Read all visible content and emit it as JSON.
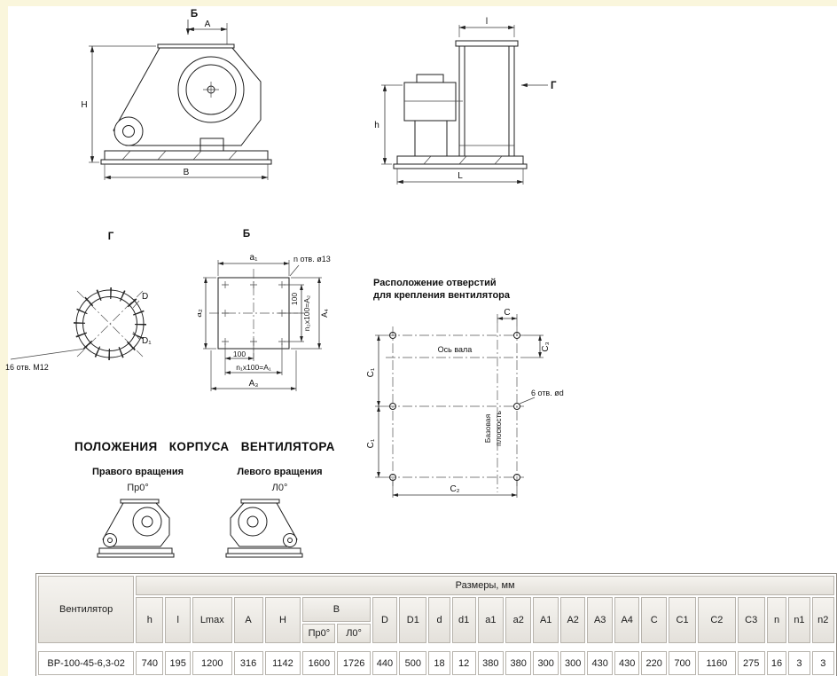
{
  "colors": {
    "table_header_bg": "#e9e6e0",
    "table_border": "#b7b3ac",
    "page_edge": "#faf6dc"
  },
  "drawings": {
    "front": {
      "section": "Б",
      "a": "А",
      "h": "Н",
      "b": "В"
    },
    "side": {
      "l": "l",
      "g": "Г",
      "h": "h",
      "big_l": "L"
    },
    "flange_g": {
      "label": "Г",
      "d": "D",
      "d1": "D₁",
      "note": "16 отв. М12"
    },
    "flange_b": {
      "label": "Б",
      "a1": "a₁",
      "a2": "a₂",
      "note": "n отв. ø13",
      "right_100": "100",
      "right_dim": "n₂x100=A₂",
      "a4": "A₄",
      "bottom_100": "100",
      "bottom_dim": "n₁x100=A₁",
      "a3": "А₃"
    },
    "holes": {
      "title1": "Расположение отверстий",
      "title2": "для крепления вентилятора",
      "axis": "Ось вала",
      "base_line1": "Базовая",
      "base_line2": "плоскость",
      "note": "6 отв. ød",
      "c": "C",
      "c1": "C₁",
      "c2": "C₂",
      "c3": "C₃"
    },
    "positions": {
      "title": "ПОЛОЖЕНИЯ КОРПУСА ВЕНТИЛЯТОРА",
      "right_label": "Правого вращения",
      "left_label": "Левого вращения",
      "right_mark": "Пр0°",
      "left_mark": "Л0°"
    }
  },
  "table": {
    "fan_header": "Вентилятор",
    "sizes_header": "Размеры, мм",
    "b_header": "В",
    "headers_left": [
      "h",
      "l",
      "Lmax",
      "A",
      "H"
    ],
    "b_sub": [
      "Пр0°",
      "Л0°"
    ],
    "headers_right": [
      "D",
      "D1",
      "d",
      "d1",
      "a1",
      "a2",
      "A1",
      "A2",
      "A3",
      "A4",
      "C",
      "C1",
      "C2",
      "C3",
      "n",
      "n1",
      "n2"
    ],
    "row": {
      "name": "ВР-100-45-6,3-02",
      "values": [
        "740",
        "195",
        "1200",
        "316",
        "1142",
        "1600",
        "1726",
        "440",
        "500",
        "18",
        "12",
        "380",
        "380",
        "300",
        "300",
        "430",
        "430",
        "220",
        "700",
        "1160",
        "275",
        "16",
        "3",
        "3"
      ]
    }
  }
}
